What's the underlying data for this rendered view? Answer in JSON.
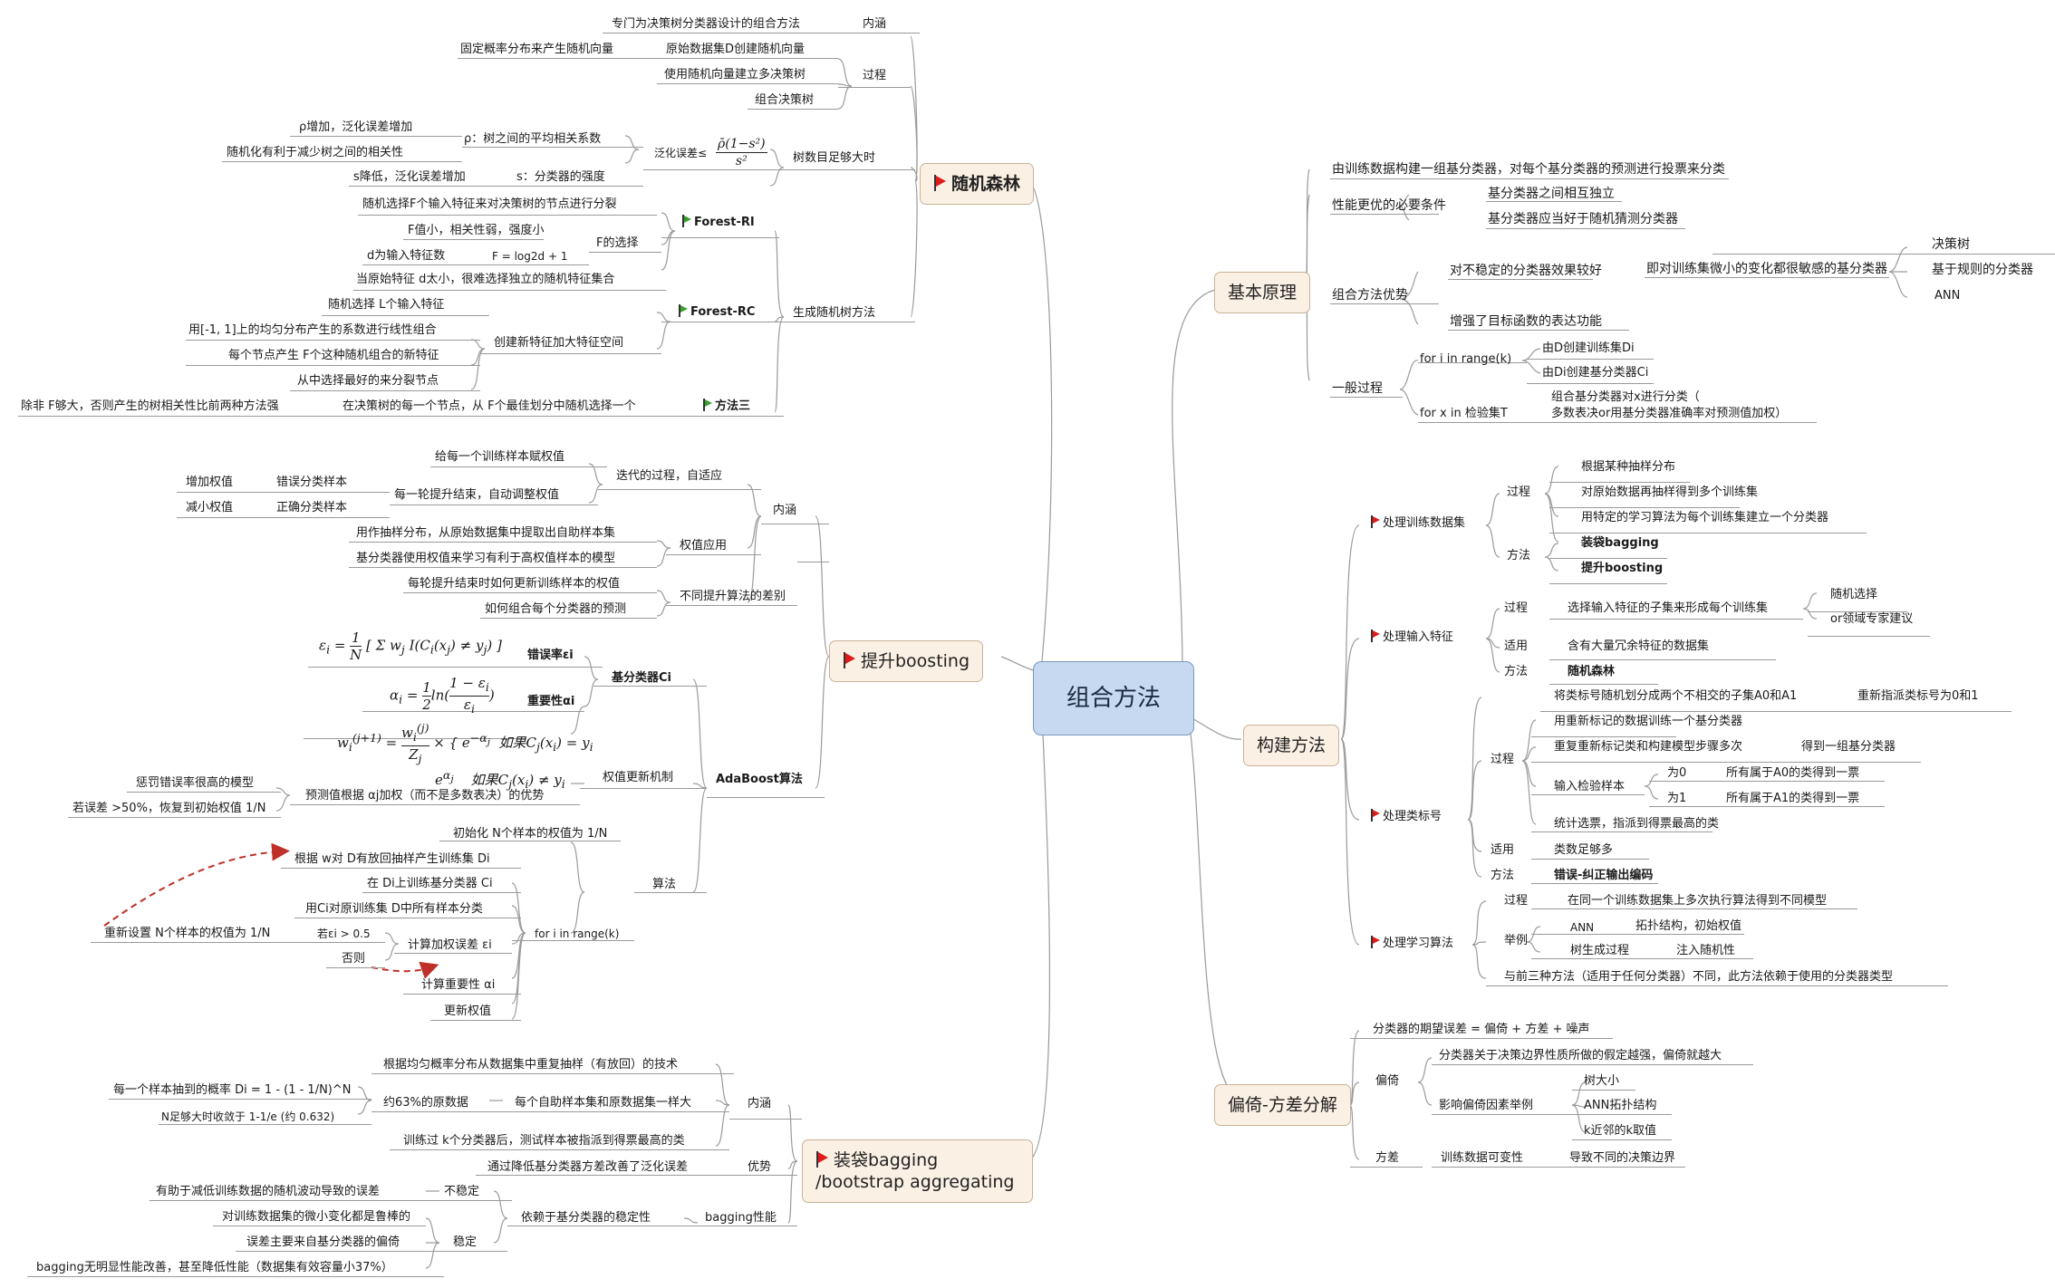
{
  "root": "组合方法",
  "branches": {
    "basic": "基本原理",
    "construct": "构建方法",
    "biasvar": "偏倚-方差分解",
    "rf": "随机森林",
    "boost": "提升boosting",
    "bag1": "装袋bagging",
    "bag2": "/bootstrap aggregating"
  },
  "basic": {
    "n1": "由训练数据构建一组基分类器，对每个基分类器的预测进行投票来分类",
    "perf": "性能更优的必要条件",
    "perf_a": "基分类器之间相互独立",
    "perf_b": "基分类器应当好于随机猜测分类器",
    "adv": "组合方法优势",
    "adv_a": "对不稳定的分类器效果较好",
    "adv_a1": "即对训练集微小的变化都很敏感的基分类器",
    "adv_a1a": "决策树",
    "adv_a1b": "基于规则的分类器",
    "adv_a1c": "ANN",
    "adv_b": "增强了目标函数的表达功能",
    "gen": "一般过程",
    "gen_for1": "for i in range(k)",
    "gen_for1a": "由D创建训练集Di",
    "gen_for1b": "由Di创建基分类器Ci",
    "gen_for2": "for x in 检验集T",
    "gen_for2a": "组合基分类器对x进行分类（",
    "gen_for2b": "多数表决or用基分类器准确率对预测值加权）"
  },
  "construct": {
    "data": "处理训练数据集",
    "data_proc": "过程",
    "data_p1": "根据某种抽样分布",
    "data_p2": "对原始数据再抽样得到多个训练集",
    "data_p3": "用特定的学习算法为每个训练集建立一个分类器",
    "data_method": "方法",
    "data_m1": "装袋bagging",
    "data_m2": "提升boosting",
    "feat": "处理输入特征",
    "feat_proc": "过程",
    "feat_p1": "选择输入特征的子集来形成每个训练集",
    "feat_p1a": "随机选择",
    "feat_p1b": "or领域专家建议",
    "feat_apply": "适用",
    "feat_a1": "含有大量冗余特征的数据集",
    "feat_method": "方法",
    "feat_m1": "随机森林",
    "label": "处理类标号",
    "label_p0": "将类标号随机划分成两个不相交的子集A0和A1",
    "label_p0a": "重新指派类标号为0和1",
    "label_proc": "过程",
    "label_p1": "用重新标记的数据训练一个基分类器",
    "label_p2": "重复重新标记类和构建模型步骤多次",
    "label_p2a": "得到一组基分类器",
    "label_p3": "输入检验样本",
    "label_p3a": "为0",
    "label_p3a1": "所有属于A0的类得到一票",
    "label_p3b": "为1",
    "label_p3b1": "所有属于A1的类得到一票",
    "label_p4": "统计选票，指派到得票最高的类",
    "label_apply": "适用",
    "label_a1": "类数足够多",
    "label_method": "方法",
    "label_m1": "错误-纠正输出编码",
    "algo": "处理学习算法",
    "algo_proc": "过程",
    "algo_p1": "在同一个训练数据集上多次执行算法得到不同模型",
    "algo_ex": "举例",
    "algo_e1": "ANN",
    "algo_e1a": "拓扑结构，初始权值",
    "algo_e2": "树生成过程",
    "algo_e2a": "注入随机性",
    "algo_note": "与前三种方法（适用于任何分类器）不同，此方法依赖于使用的分类器类型"
  },
  "biasvar": {
    "eq": "分类器的期望误差 = 偏倚 + 方差 + 噪声",
    "bias": "偏倚",
    "bias_1": "分类器关于决策边界性质所做的假定越强，偏倚就越大",
    "bias_2": "影响偏倚因素举例",
    "bias_2a": "树大小",
    "bias_2b": "ANN拓扑结构",
    "bias_2c": "k近邻的k取值",
    "var": "方差",
    "var_1": "训练数据可变性",
    "var_1a": "导致不同的决策边界"
  },
  "rf": {
    "content": "内涵",
    "content_1": "专门为决策树分类器设计的组合方法",
    "proc": "过程",
    "proc_1": "原始数据集D创建随机向量",
    "proc_1a": "固定概率分布来产生随机向量",
    "proc_2": "使用随机向量建立多决策树",
    "proc_3": "组合决策树",
    "trees": "树数目足够大时",
    "gen_err": "泛化误差≤",
    "rho": "ρ：树之间的平均相关系数",
    "rho_1": "ρ增加，泛化误差增加",
    "rho_2": "随机化有利于减少树之间的相关性",
    "s": "s：分类器的强度",
    "s_1": "s降低，泛化误差增加",
    "build": "生成随机树方法",
    "ri": "Forest-RI",
    "ri_1": "随机选择F个输入特征来对决策树的节点进行分裂",
    "ri_2": "F的选择",
    "ri_2a": "F值小，相关性弱，强度小",
    "ri_2b": "F = log2d + 1",
    "ri_2b1": "d为输入特征数",
    "ri_3": "当原始特征 d太小，很难选择独立的随机特征集合",
    "rc": "Forest-RC",
    "rc_1": "随机选择 L个输入特征",
    "rc_2": "创建新特征加大特征空间",
    "rc_2a": "用[-1, 1]上的均匀分布产生的系数进行线性组合",
    "rc_2b": "每个节点产生 F个这种随机组合的新特征",
    "rc_2c": "从中选择最好的来分裂节点",
    "m3": "方法三",
    "m3_1": "在决策树的每一个节点，从 F个最佳划分中随机选择一个",
    "m3_1a": "除非 F够大，否则产生的树相关性比前两种方法强"
  },
  "boost": {
    "content": "内涵",
    "iter": "迭代的过程，自适应",
    "iter_1": "给每一个训练样本赋权值",
    "iter_2": "每一轮提升结束，自动调整权值",
    "iter_2a": "错误分类样本",
    "iter_2a1": "增加权值",
    "iter_2b": "正确分类样本",
    "iter_2b1": "减小权值",
    "wapp": "权值应用",
    "wapp_1": "用作抽样分布，从原始数据集中提取出自助样本集",
    "wapp_2": "基分类器使用权值来学习有利于高权值样本的模型",
    "diff": "不同提升算法的差别",
    "diff_1": "每轮提升结束时如何更新训练样本的权值",
    "diff_2": "如何组合每个分类器的预测",
    "ada": "AdaBoost算法",
    "base": "基分类器Ci",
    "err": "错误率εi",
    "imp": "重要性αi",
    "upd": "权值更新机制",
    "upd_1": "预测值根据 αj加权（而不是多数表决）的优势",
    "upd_1a": "惩罚错误率很高的模型",
    "upd_1b": "若误差 >50%，恢复到初始权值 1/N",
    "algo": "算法",
    "algo_1": "初始化 N个样本的权值为 1/N",
    "for": "for i in range(k)",
    "for_1": "根据 w对 D有放回抽样产生训练集 Di",
    "for_2": "在 Di上训练基分类器 Ci",
    "for_3": "用Ci对原训练集 D中所有样本分类",
    "for_4": "计算加权误差 εi",
    "for_4a": "若εi > 0.5",
    "for_4a1": "重新设置 N个样本的权值为 1/N",
    "for_4b": "否则",
    "for_5": "计算重要性 αi",
    "for_6": "更新权值"
  },
  "bag": {
    "content": "内涵",
    "c1": "根据均匀概率分布从数据集中重复抽样（有放回）的技术",
    "c2": "每个自助样本集和原数据集一样大",
    "c2a": "约63%的原数据",
    "c2a1": "每一个样本抽到的概率 Di = 1 - (1 - 1/N)^N",
    "c2a2": "N足够大时收敛于 1-1/e (约 0.632)",
    "c3": "训练过 k个分类器后，测试样本被指派到得票最高的类",
    "adv": "优势",
    "adv_1": "通过降低基分类器方差改善了泛化误差",
    "perf": "bagging性能",
    "dep": "依赖于基分类器的稳定性",
    "unstable": "不稳定",
    "unstable_1": "有助于减低训练数据的随机波动导致的误差",
    "stable": "稳定",
    "stable_1": "对训练数据集的微小变化都是鲁棒的",
    "stable_2": "误差主要来自基分类器的偏倚",
    "stable_3": "bagging无明显性能改善，甚至降低性能（数据集有效容量小37%）"
  }
}
